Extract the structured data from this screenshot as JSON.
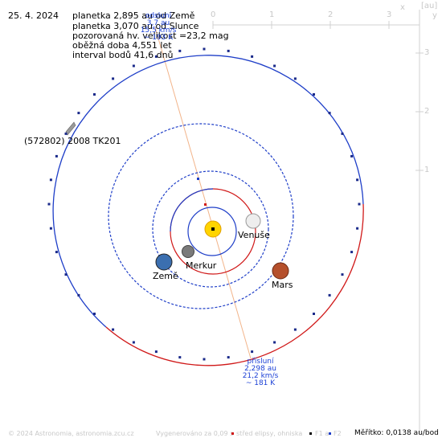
{
  "header": {
    "date": "25. 4. 2024",
    "info_lines": [
      "planetka 2,895 au od Země",
      "planetka 3,070 au od Slunce",
      "pozorovaná hv. velikost =23,2 mag",
      "oběžná doba 4,551 let",
      "interval bodů 41,6 dnů"
    ]
  },
  "axes": {
    "unit_label": "[au]",
    "x_label": "x",
    "y_label": "y",
    "x_ticks": [
      "0",
      "1",
      "2",
      "3"
    ],
    "y_ticks": [
      "3",
      "2",
      "1"
    ]
  },
  "asteroid": {
    "designation": "(572802) 2008 TK201",
    "aphelion_note_lines": [
      "odsluní",
      "3,7 au",
      "15,5 km/s",
      "~ 193 K"
    ],
    "perihelion_note_lines": [
      "přísluní",
      "2,298 au",
      "21,2 km/s",
      "~ 181 K"
    ]
  },
  "planets": [
    {
      "name": "Venuše",
      "color": "#e8e8e8"
    },
    {
      "name": "Merkur",
      "color": "#7a7a7a"
    },
    {
      "name": "Země",
      "color": "#3b6fb0"
    },
    {
      "name": "Mars",
      "color": "#b5502c"
    }
  ],
  "colors": {
    "orbit_blue": "#1e3ec8",
    "orbit_red": "#d01818",
    "sun": "#ffd400",
    "line_to_earth": "#f2b48a",
    "axis": "#d0d0d0"
  },
  "footer": {
    "copyright": "© 2024 Astronomia, astronomia.zcu.cz",
    "generated": "Vygenerováno za 0,09 s",
    "legend_center": "střed elipsy, ohniska",
    "legend_f1": "F1 a",
    "legend_f2": "F2",
    "scale": "Měřítko: 0,0138 au/bod"
  }
}
